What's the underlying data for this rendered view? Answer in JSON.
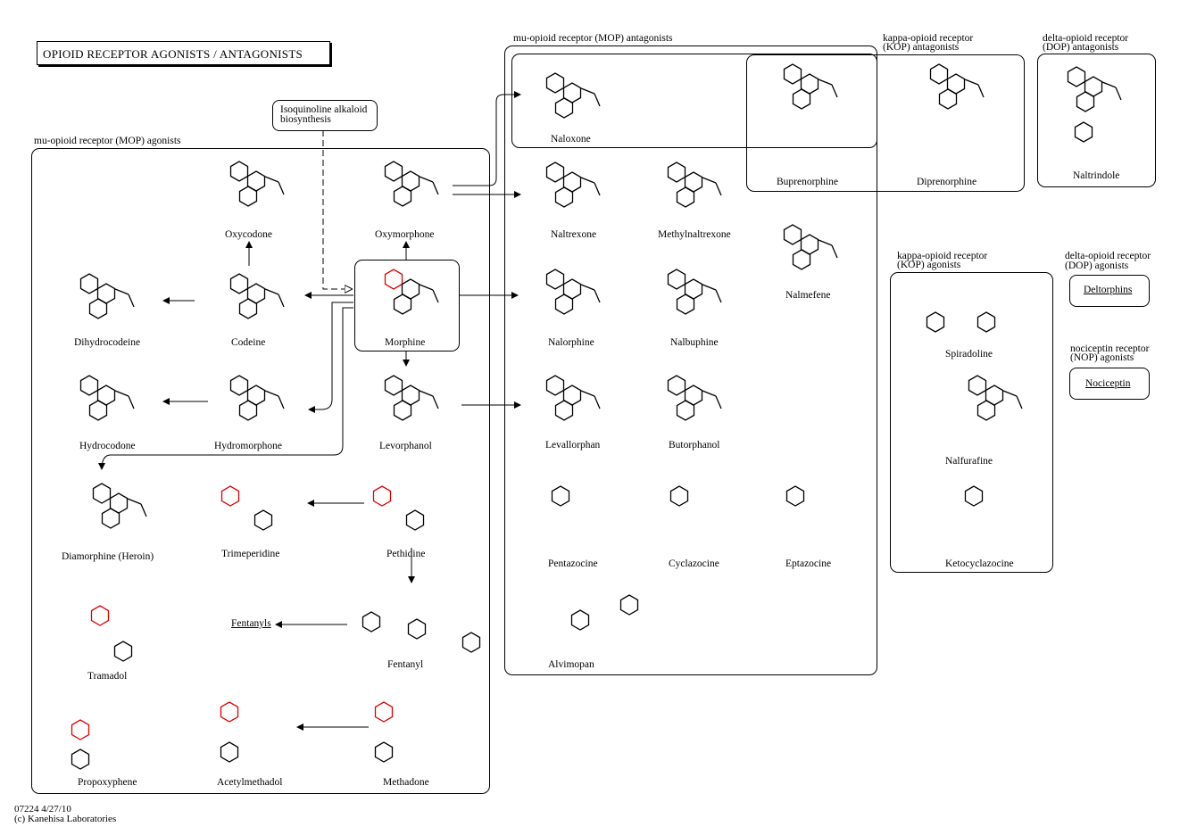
{
  "title": "OPIOID RECEPTOR AGONISTS / ANTAGONISTS",
  "biosynthesis_box": {
    "line1": "Isoquinoline alkaloid",
    "line2": "biosynthesis"
  },
  "groups": {
    "mop_agonists": "mu-opioid receptor (MOP) agonists",
    "mop_antagonists": "mu-opioid receptor (MOP) antagonists",
    "kop_antagonists": {
      "line1": "kappa-opioid receptor",
      "line2": "(KOP) antagonists"
    },
    "dop_antagonists": {
      "line1": "delta-opioid receptor",
      "line2": "(DOP) antagonists"
    },
    "kop_agonists": {
      "line1": "kappa-opioid receptor",
      "line2": "(KOP) agonists"
    },
    "dop_agonists": {
      "line1": "delta-opioid receptor",
      "line2": "(DOP) agonists"
    },
    "nop_agonists": {
      "line1": "nociceptin receptor",
      "line2": "(NOP) agonists"
    }
  },
  "compounds": {
    "oxycodone": "Oxycodone",
    "oxymorphone": "Oxymorphone",
    "dihydrocodeine": "Dihydrocodeine",
    "codeine": "Codeine",
    "morphine": "Morphine",
    "hydrocodone": "Hydrocodone",
    "hydromorphone": "Hydromorphone",
    "levorphanol": "Levorphanol",
    "diamorphine": "Diamorphine (Heroin)",
    "trimeperidine": "Trimeperidine",
    "pethidine": "Pethidine",
    "fentanyl": "Fentanyl",
    "tramadol": "Tramadol",
    "propoxyphene": "Propoxyphene",
    "acetylmethadol": "Acetylmethadol",
    "methadone": "Methadone",
    "naloxone": "Naloxone",
    "buprenorphine": "Buprenorphine",
    "diprenorphine": "Diprenorphine",
    "naltrindole": "Naltrindole",
    "naltrexone": "Naltrexone",
    "methylnaltrexone": "Methylnaltrexone",
    "nalmefene": "Nalmefene",
    "nalorphine": "Nalorphine",
    "nalbuphine": "Nalbuphine",
    "levallorphan": "Levallorphan",
    "butorphanol": "Butorphanol",
    "pentazocine": "Pentazocine",
    "cyclazocine": "Cyclazocine",
    "eptazocine": "Eptazocine",
    "alvimopan": "Alvimopan",
    "spiradoline": "Spiradoline",
    "nalfurafine": "Nalfurafine",
    "ketocyclazocine": "Ketocyclazocine"
  },
  "links": {
    "fentanyls": "Fentanyls",
    "deltorphins": "Deltorphins",
    "nociceptin": "Nociceptin"
  },
  "footer": {
    "code": "07224 4/27/10",
    "copyright": "(c) Kanehisa Laboratories"
  },
  "colors": {
    "highlight": "#e00000",
    "line": "#000000",
    "background": "#ffffff"
  }
}
